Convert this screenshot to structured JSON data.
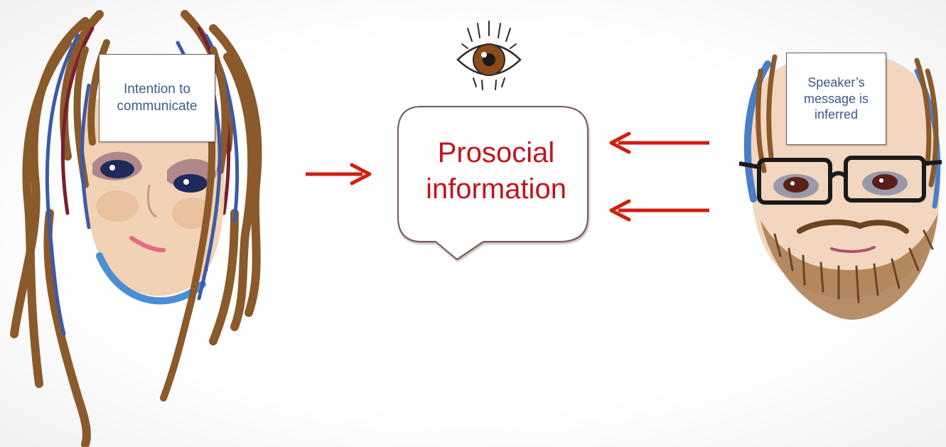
{
  "speaker": {
    "label": "Intention to\ncommunicate"
  },
  "message": {
    "label": "Prosocial\ninformation"
  },
  "listener": {
    "label": "Speaker’s\nmessage is\ninferred"
  },
  "colors": {
    "arrow": "#d01f10",
    "bubble_text": "#c0141c",
    "label_text": "#3b5a8c",
    "hair": "#8a5a2b",
    "skin": "#f2d2b4",
    "accent_blue": "#4a7fc8"
  },
  "icons": {
    "watcher": "eye-icon"
  }
}
